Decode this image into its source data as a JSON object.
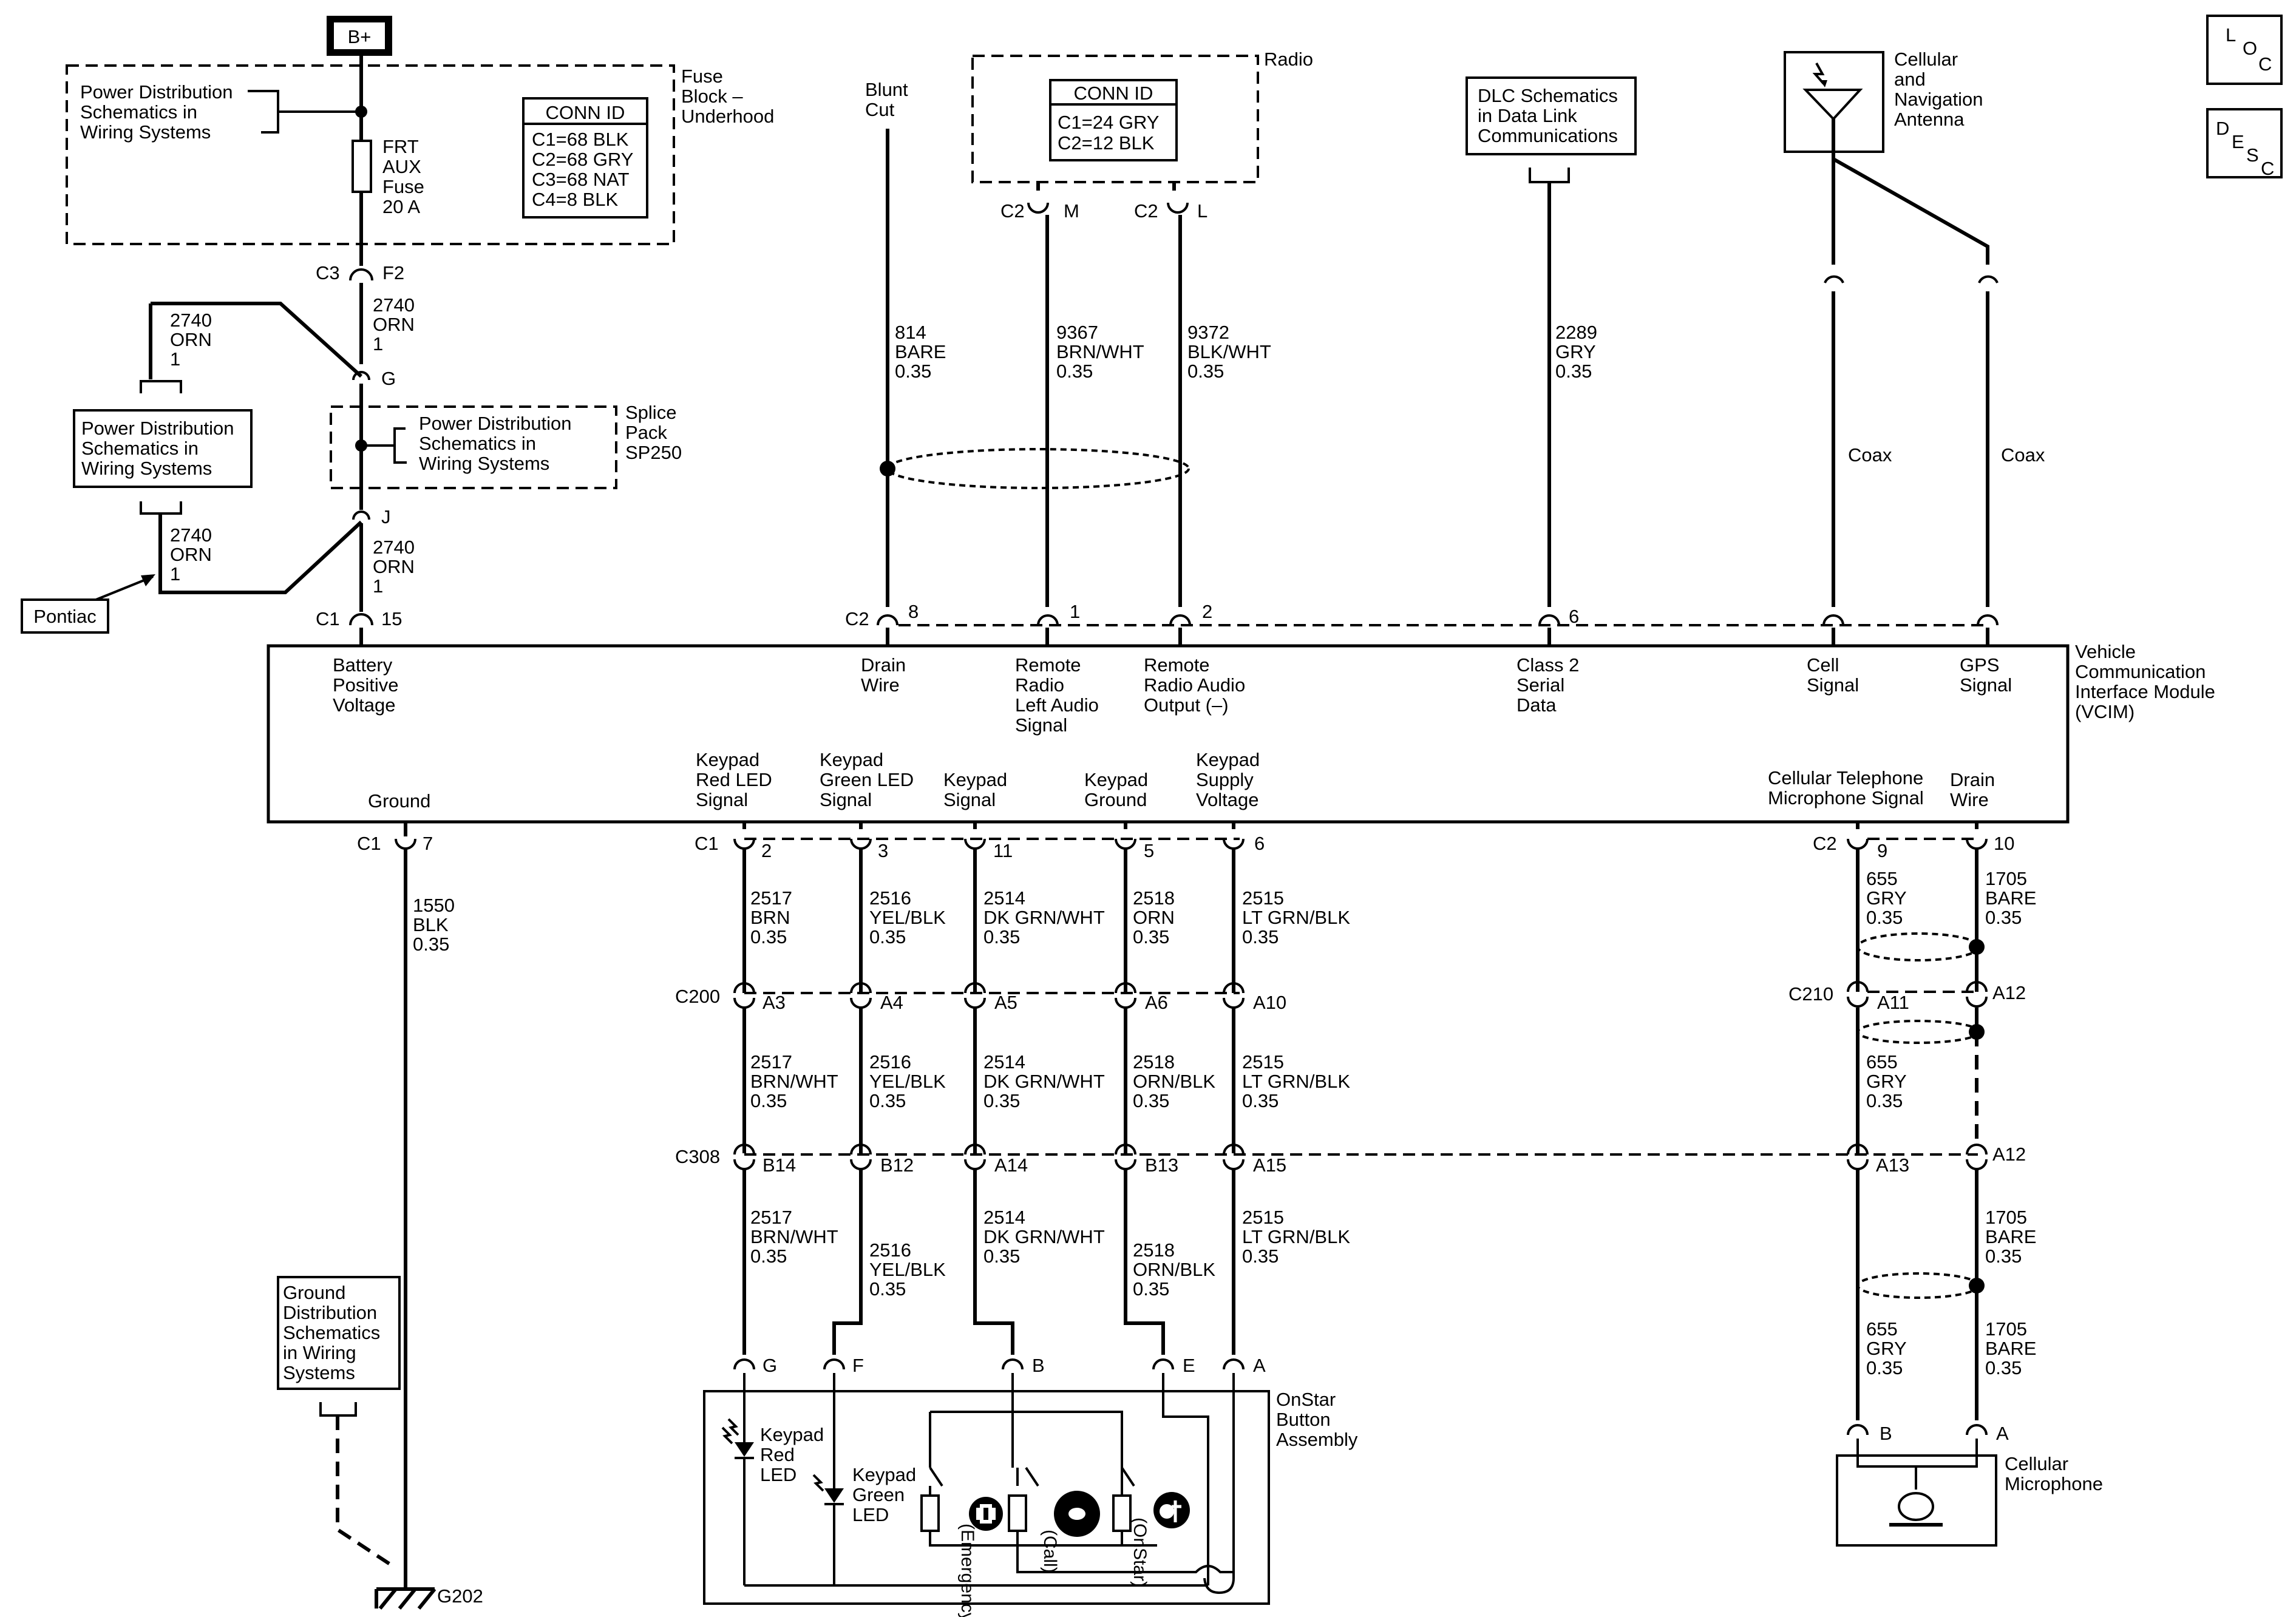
{
  "boxes": {
    "battery": "B+",
    "pds_top": [
      "Power Distribution",
      "Schematics in",
      "Wiring Systems"
    ],
    "fuse_block": [
      "Fuse",
      "Block –",
      "Underhood"
    ],
    "conn_id_fuse": {
      "title": "CONN ID",
      "lines": [
        "C1=68 BLK",
        "C2=68 GRY",
        "C3=68 NAT",
        "C4=8 BLK"
      ]
    },
    "frt_fuse": [
      "FRT",
      "AUX",
      "Fuse",
      "20 A"
    ],
    "pds_left": [
      "Power Distribution",
      "Schematics in",
      "Wiring Systems"
    ],
    "splice_pack_text": [
      "Power Distribution",
      "Schematics in",
      "Wiring Systems"
    ],
    "splice_pack": [
      "Splice",
      "Pack",
      "SP250"
    ],
    "pontiac": "Pontiac",
    "blunt_cut": [
      "Blunt",
      "Cut"
    ],
    "radio": "Radio",
    "conn_id_radio": {
      "title": "CONN ID",
      "lines": [
        "C1=24 GRY",
        "C2=12 BLK"
      ]
    },
    "dlc": [
      "DLC Schematics",
      "in Data Link",
      "Communications"
    ],
    "antenna": [
      "Cellular",
      "and",
      "Navigation",
      "Antenna"
    ],
    "loc": [
      "L",
      "O",
      "C"
    ],
    "desc": [
      "D",
      "E",
      "S",
      "C"
    ],
    "vcim": [
      "Vehicle",
      "Communication",
      "Interface Module",
      "(VCIM)"
    ],
    "ground_dist": [
      "Ground",
      "Distribution",
      "Schematics",
      "in Wiring",
      "Systems"
    ],
    "g202": "G202",
    "onstar": [
      "OnStar",
      "Button",
      "Assembly"
    ],
    "cell_mic": [
      "Cellular",
      "Microphone"
    ]
  },
  "wires_top": {
    "fuse_out": [
      "2740",
      "ORN",
      "1"
    ],
    "left_upper": [
      "2740",
      "ORN",
      "1"
    ],
    "left_lower": [
      "2740",
      "ORN",
      "1"
    ],
    "to_vcim": [
      "2740",
      "ORN",
      "1"
    ],
    "drain": [
      "814",
      "BARE",
      "0.35"
    ],
    "left_audio": [
      "9367",
      "BRN/WHT",
      "0.35"
    ],
    "audio_out": [
      "9372",
      "BLK/WHT",
      "0.35"
    ],
    "class2": [
      "2289",
      "GRY",
      "0.35"
    ],
    "coax": "Coax"
  },
  "connectors_top": {
    "c3": "C3",
    "f2": "F2",
    "g": "G",
    "j": "J",
    "c1": "C1",
    "p15": "15",
    "c2": "C2",
    "m": "M",
    "l": "L",
    "p8": "8",
    "p1": "1",
    "p2": "2",
    "p6": "6"
  },
  "vcim_top_signals": [
    [
      "Battery",
      "Positive",
      "Voltage"
    ],
    [
      "Drain",
      "Wire"
    ],
    [
      "Remote",
      "Radio",
      "Left Audio",
      "Signal"
    ],
    [
      "Remote",
      "Radio Audio",
      "Output (–)"
    ],
    [
      "Class 2",
      "Serial",
      "Data"
    ],
    [
      "Cell",
      "Signal"
    ],
    [
      "GPS",
      "Signal"
    ]
  ],
  "vcim_bottom_signals": [
    [
      "Ground"
    ],
    [
      "Keypad",
      "Red LED",
      "Signal"
    ],
    [
      "Keypad",
      "Green LED",
      "Signal"
    ],
    [
      "Keypad",
      "Signal"
    ],
    [
      "Keypad",
      "Ground"
    ],
    [
      "Keypad",
      "Supply",
      "Voltage"
    ],
    [
      "Cellular Telephone",
      "Microphone Signal"
    ],
    [
      "Drain",
      "Wire"
    ]
  ],
  "connectors_bottom": {
    "c1": "C1",
    "c2": "C2",
    "c200": "C200",
    "c308": "C308",
    "c210": "C210",
    "pins_c1": [
      "7",
      "2",
      "3",
      "11",
      "5",
      "6"
    ],
    "pins_c2": [
      "9",
      "10"
    ],
    "pins_c200": [
      "A3",
      "A4",
      "A5",
      "A6",
      "A10"
    ],
    "pins_c308": [
      "B14",
      "B12",
      "A14",
      "B13",
      "A15"
    ],
    "pins_c210": [
      "A11",
      "A12"
    ],
    "pins_c308_right": [
      "A13",
      "A12"
    ],
    "pins_onstar": [
      "G",
      "F",
      "B",
      "E",
      "A"
    ],
    "pins_mic": [
      "B",
      "A"
    ]
  },
  "wires_bottom": {
    "ground": [
      "1550",
      "BLK",
      "0.35"
    ],
    "seg1": [
      [
        "2517",
        "BRN",
        "0.35"
      ],
      [
        "2516",
        "YEL/BLK",
        "0.35"
      ],
      [
        "2514",
        "DK GRN/WHT",
        "0.35"
      ],
      [
        "2518",
        "ORN",
        "0.35"
      ],
      [
        "2515",
        "LT GRN/BLK",
        "0.35"
      ]
    ],
    "seg2": [
      [
        "2517",
        "BRN/WHT",
        "0.35"
      ],
      [
        "2516",
        "YEL/BLK",
        "0.35"
      ],
      [
        "2514",
        "DK GRN/WHT",
        "0.35"
      ],
      [
        "2518",
        "ORN/BLK",
        "0.35"
      ],
      [
        "2515",
        "LT GRN/BLK",
        "0.35"
      ]
    ],
    "seg3": [
      [
        "2517",
        "BRN/WHT",
        "0.35"
      ],
      [
        "2516",
        "YEL/BLK",
        "0.35"
      ],
      [
        "2514",
        "DK GRN/WHT",
        "0.35"
      ],
      [
        "2518",
        "ORN/BLK",
        "0.35"
      ],
      [
        "2515",
        "LT GRN/BLK",
        "0.35"
      ]
    ],
    "mic_seg1": [
      [
        "655",
        "GRY",
        "0.35"
      ],
      [
        "1705",
        "BARE",
        "0.35"
      ]
    ],
    "mic_seg2": [
      [
        "655",
        "GRY",
        "0.35"
      ]
    ],
    "mic_seg3": [
      [
        "1705",
        "BARE",
        "0.35"
      ]
    ],
    "mic_seg4": [
      [
        "655",
        "GRY",
        "0.35"
      ],
      [
        "1705",
        "BARE",
        "0.35"
      ]
    ]
  },
  "onstar_parts": {
    "red_led": [
      "Keypad",
      "Red",
      "LED"
    ],
    "green_led": [
      "Keypad",
      "Green",
      "LED"
    ],
    "emergency": "(Emergency)",
    "call": "(Call)",
    "onstar": "(OnStar)"
  }
}
